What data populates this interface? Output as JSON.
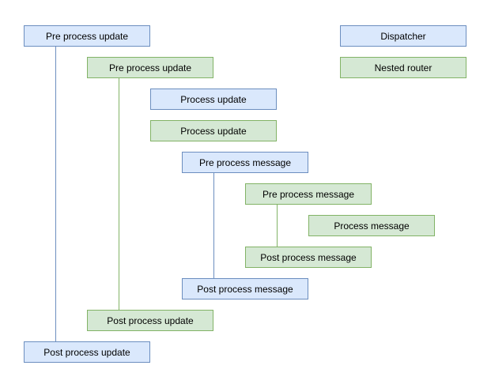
{
  "diagram": {
    "colors": {
      "blue_fill": "#dae8fc",
      "blue_border": "#6c8ebf",
      "green_fill": "#d5e8d4",
      "green_border": "#82b366"
    },
    "nodes": [
      {
        "label": "Pre process update",
        "type": "blue"
      },
      {
        "label": "Dispatcher",
        "type": "blue"
      },
      {
        "label": "Pre process update",
        "type": "green"
      },
      {
        "label": "Nested router",
        "type": "green"
      },
      {
        "label": "Process update",
        "type": "blue"
      },
      {
        "label": "Process update",
        "type": "green"
      },
      {
        "label": "Pre process message",
        "type": "blue"
      },
      {
        "label": "Pre process message",
        "type": "green"
      },
      {
        "label": "Process message",
        "type": "green"
      },
      {
        "label": "Post process message",
        "type": "green"
      },
      {
        "label": "Post process message",
        "type": "blue"
      },
      {
        "label": "Post process update",
        "type": "green"
      },
      {
        "label": "Post process update",
        "type": "blue"
      }
    ],
    "connectors": [
      {
        "name": "update-outer-scope",
        "color": "blue"
      },
      {
        "name": "update-inner-scope",
        "color": "green"
      },
      {
        "name": "message-outer-scope",
        "color": "blue"
      },
      {
        "name": "message-inner-scope",
        "color": "green"
      }
    ]
  }
}
